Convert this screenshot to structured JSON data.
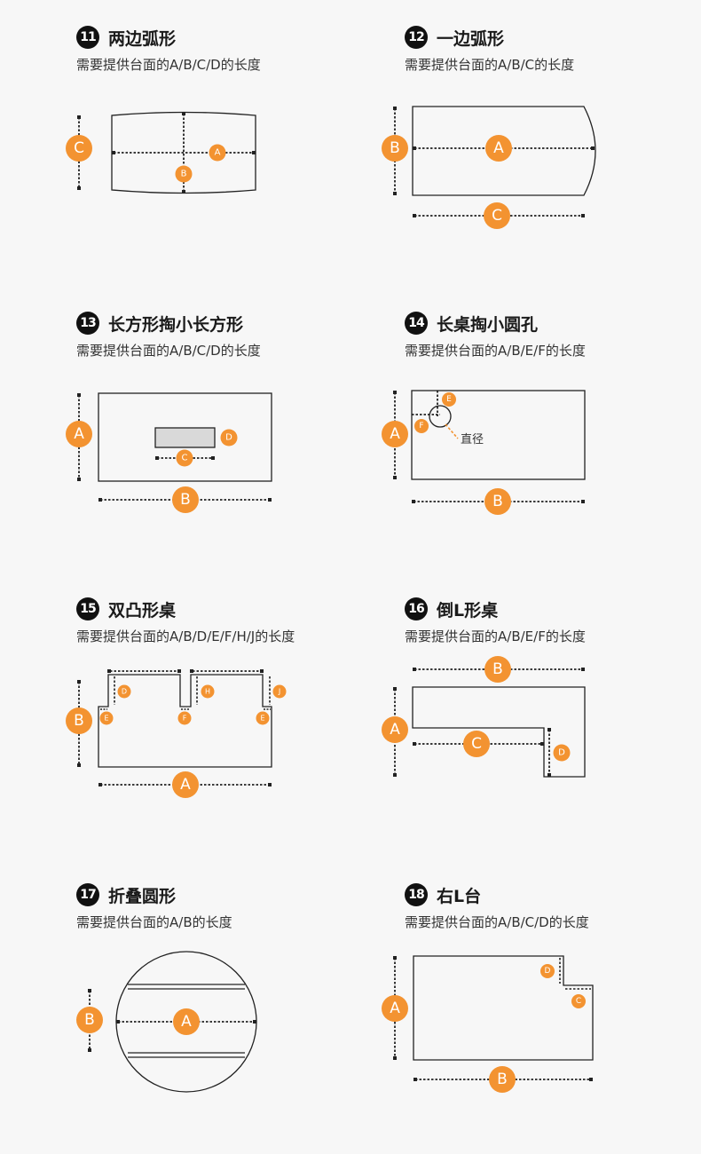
{
  "colors": {
    "accent": "#f39331",
    "line": "#222222",
    "background": "#f7f7f7",
    "inner_fill": "#d9d9d9"
  },
  "panels": [
    {
      "num": "11",
      "title": "两边弧形",
      "desc": "需要提供台面的A/B/C/D的长度",
      "labels": {
        "a": "A",
        "b": "B",
        "c": "C"
      }
    },
    {
      "num": "12",
      "title": "一边弧形",
      "desc": "需要提供台面的A/B/C的长度",
      "labels": {
        "a": "A",
        "b": "B",
        "c": "C"
      }
    },
    {
      "num": "13",
      "title": "长方形掏小长方形",
      "desc": "需要提供台面的A/B/C/D的长度",
      "labels": {
        "a": "A",
        "b": "B",
        "c": "C",
        "d": "D"
      }
    },
    {
      "num": "14",
      "title": "长桌掏小圆孔",
      "desc": "需要提供台面的A/B/E/F的长度",
      "labels": {
        "a": "A",
        "b": "B",
        "e": "E",
        "f": "F"
      },
      "note": "直径"
    },
    {
      "num": "15",
      "title": "双凸形桌",
      "desc": "需要提供台面的A/B/D/E/F/H/J的长度",
      "labels": {
        "a": "A",
        "b": "B",
        "d": "D",
        "e": "E",
        "f": "F",
        "h": "H",
        "j": "J"
      }
    },
    {
      "num": "16",
      "title": "倒L形桌",
      "desc": "需要提供台面的A/B/E/F的长度",
      "labels": {
        "a": "A",
        "b": "B",
        "c": "C",
        "d": "D"
      }
    },
    {
      "num": "17",
      "title": "折叠圆形",
      "desc": "需要提供台面的A/B的长度",
      "labels": {
        "a": "A",
        "b": "B"
      }
    },
    {
      "num": "18",
      "title": "右L台",
      "desc": "需要提供台面的A/B/C/D的长度",
      "labels": {
        "a": "A",
        "b": "B",
        "c": "C",
        "d": "D"
      }
    }
  ]
}
